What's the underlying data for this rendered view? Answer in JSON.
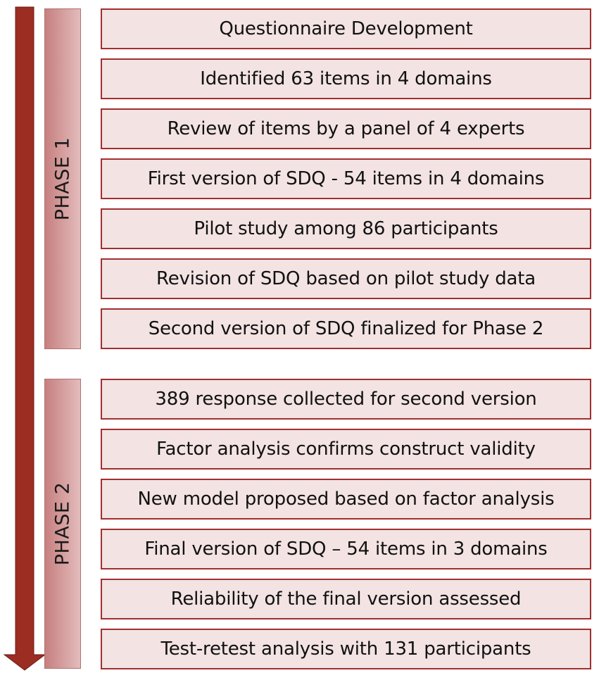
{
  "colors": {
    "arrow": "#9b2d23",
    "box_border": "#a12f2f",
    "box_fill": "#f3e3e3",
    "phase_fill": "#d9a3a3"
  },
  "phases": [
    {
      "label": "PHASE 1",
      "steps": [
        "Questionnaire Development",
        "Identified 63 items in 4 domains",
        "Review of items by a panel of 4 experts",
        "First version of SDQ - 54 items in 4 domains",
        "Pilot study among 86 participants",
        "Revision of SDQ based on pilot study data",
        "Second version of SDQ finalized for Phase 2"
      ]
    },
    {
      "label": "PHASE 2",
      "steps": [
        "389 response collected for second version",
        "Factor analysis confirms construct validity",
        "New model proposed based on factor analysis",
        "Final version of SDQ – 54 items in 3 domains",
        "Reliability of the final version assessed",
        "Test-retest analysis with 131 participants"
      ]
    }
  ]
}
